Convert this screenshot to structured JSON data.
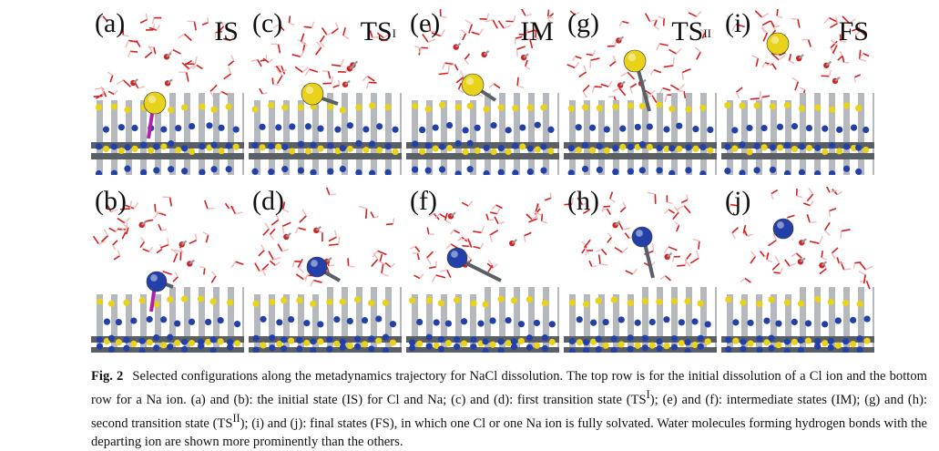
{
  "figure": {
    "panels": [
      {
        "label": "(a)",
        "state": "IS",
        "sup": "",
        "ion": "Cl",
        "row": "top"
      },
      {
        "label": "(c)",
        "state": "TS",
        "sup": "I",
        "ion": "Cl",
        "row": "top"
      },
      {
        "label": "(e)",
        "state": "IM",
        "sup": "",
        "ion": "Cl",
        "row": "top"
      },
      {
        "label": "(g)",
        "state": "TS",
        "sup": "II",
        "ion": "Cl",
        "row": "top"
      },
      {
        "label": "(i)",
        "state": "FS",
        "sup": "",
        "ion": "Cl",
        "row": "top"
      },
      {
        "label": "(b)",
        "state": "",
        "sup": "",
        "ion": "Na",
        "row": "bottom"
      },
      {
        "label": "(d)",
        "state": "",
        "sup": "",
        "ion": "Na",
        "row": "bottom"
      },
      {
        "label": "(f)",
        "state": "",
        "sup": "",
        "ion": "Na",
        "row": "bottom"
      },
      {
        "label": "(h)",
        "state": "",
        "sup": "",
        "ion": "Na",
        "row": "bottom"
      },
      {
        "label": "(j)",
        "state": "",
        "sup": "",
        "ion": "Na",
        "row": "bottom"
      }
    ],
    "colors": {
      "chloride": "#e8d21a",
      "sodium": "#2340a8",
      "bond": "#5a5f66",
      "water_oxygen": "#d42020",
      "water_hydrogen": "#e6e6e6",
      "lattice_bar": "#b5b8bc",
      "hbond": "#b020a8"
    }
  },
  "caption": {
    "fig_label": "Fig. 2",
    "part1": "Selected configurations along the metadynamics trajectory for NaCl dissolution. The top row is for the initial dissolution of a Cl ion and the bottom row for a Na ion. (a) and (b): the initial state (IS) for Cl and Na; (c) and (d): first transition state (TS",
    "sup1": "I",
    "part2": "); (e) and (f): intermediate states (IM); (g) and (h): second transition state (TS",
    "sup2": "II",
    "part3": "); (i) and (j): final states (FS), in which one Cl or one Na ion is fully solvated. Water molecules forming hydrogen bonds with the departing ion are shown more prominently than the others."
  }
}
